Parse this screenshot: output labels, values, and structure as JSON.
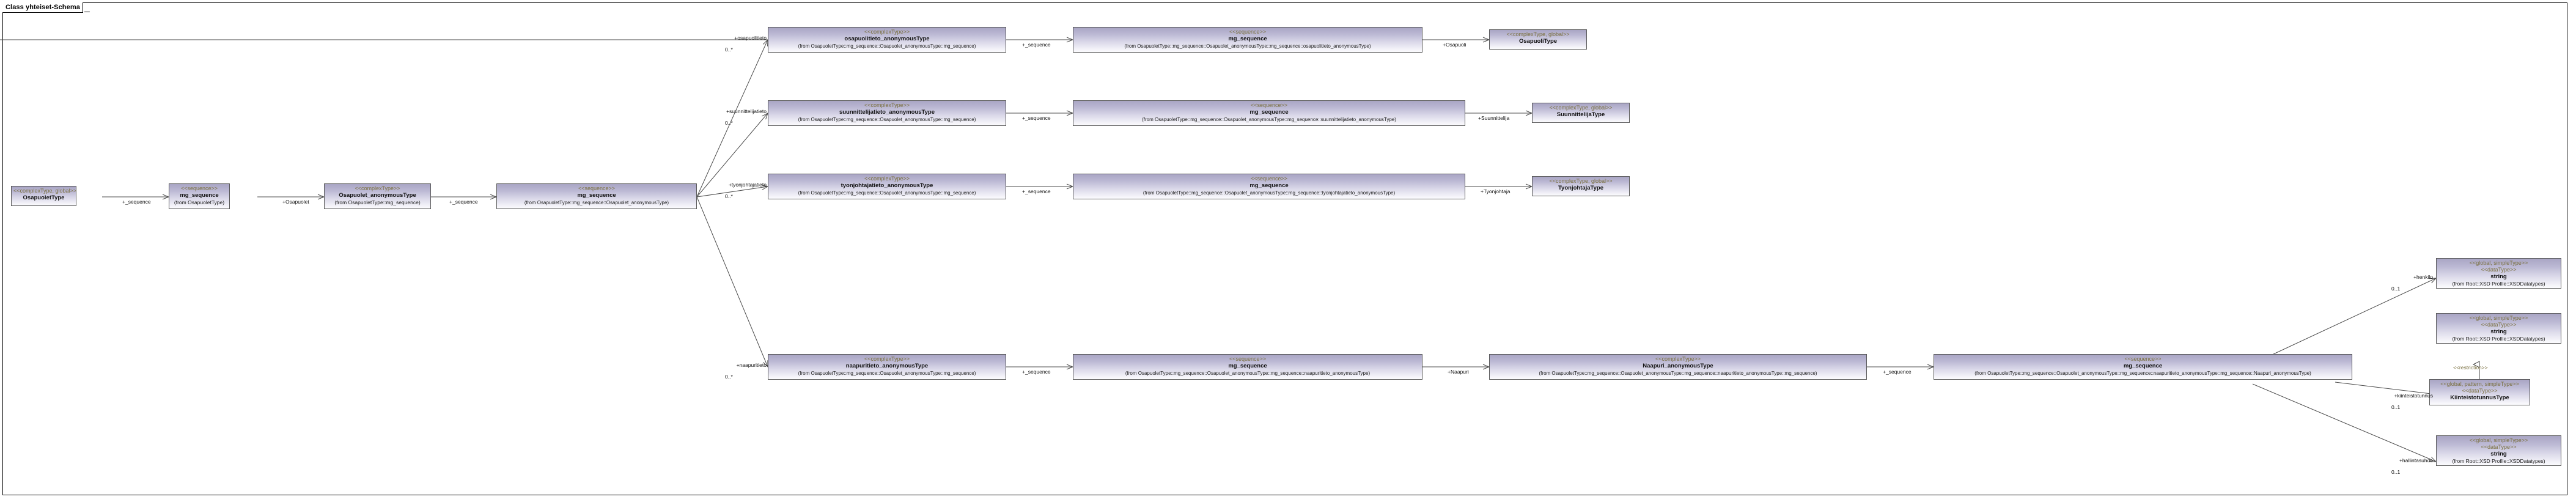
{
  "diagram": {
    "frame_label": "Class yhteiset-Schema",
    "kind": "uml-class-diagram",
    "colors": {
      "node_border": "#575757",
      "node_fill_top": "#a9a5c4",
      "node_fill_bottom": "#fcfcfe",
      "stereotype_text": "#7a7040",
      "edge": "#4a4a4a",
      "frame_border": "#000000",
      "background": "#ffffff"
    }
  },
  "nodes": [
    {
      "id": "osapuolet-type",
      "stereotype": "<<complexType, global>>",
      "name": "OsapuoletType",
      "from": ""
    },
    {
      "id": "osapuolet-type-seq",
      "stereotype": "<<sequence>>",
      "name": "mg_sequence",
      "from": "(from OsapuoletType)"
    },
    {
      "id": "osapuolet-anonymous-type",
      "stereotype": "<<complexType>>",
      "name": "Osapuolet_anonymousType",
      "from": "(from OsapuoletType::mg_sequence)"
    },
    {
      "id": "osapuolet-anon-seq",
      "stereotype": "<<sequence>>",
      "name": "mg_sequence",
      "from": "(from OsapuoletType::mg_sequence::Osapuolet_anonymousType)"
    },
    {
      "id": "osapuolitieto-anonymous-type",
      "stereotype": "<<complexType>>",
      "name": "osapuolitieto_anonymousType",
      "from": "(from OsapuoletType::mg_sequence::Osapuolet_anonymousType::mg_sequence)"
    },
    {
      "id": "osapuolitieto-seq",
      "stereotype": "<<sequence>>",
      "name": "mg_sequence",
      "from": "(from OsapuoletType::mg_sequence::Osapuolet_anonymousType::mg_sequence::osapuolitieto_anonymousType)"
    },
    {
      "id": "osapuoli-type",
      "stereotype": "<<complexType, global>>",
      "name": "OsapuoliType",
      "from": ""
    },
    {
      "id": "suunnittelijatieto-anonymous-type",
      "stereotype": "<<complexType>>",
      "name": "suunnittelijatieto_anonymousType",
      "from": "(from OsapuoletType::mg_sequence::Osapuolet_anonymousType::mg_sequence)"
    },
    {
      "id": "suunnittelijatieto-seq",
      "stereotype": "<<sequence>>",
      "name": "mg_sequence",
      "from": "(from OsapuoletType::mg_sequence::Osapuolet_anonymousType::mg_sequence::suunnittelijatieto_anonymousType)"
    },
    {
      "id": "suunnittelija-type",
      "stereotype": "<<complexType, global>>",
      "name": "SuunnittelijaType",
      "from": ""
    },
    {
      "id": "tyonjohtajatieto-anonymous-type",
      "stereotype": "<<complexType>>",
      "name": "tyonjohtajatieto_anonymousType",
      "from": "(from OsapuoletType::mg_sequence::Osapuolet_anonymousType::mg_sequence)"
    },
    {
      "id": "tyonjohtajatieto-seq",
      "stereotype": "<<sequence>>",
      "name": "mg_sequence",
      "from": "(from OsapuoletType::mg_sequence::Osapuolet_anonymousType::mg_sequence::tyonjohtajatieto_anonymousType)"
    },
    {
      "id": "tyonjohtaja-type",
      "stereotype": "<<complexType, global>>",
      "name": "TyonjohtajaType",
      "from": ""
    },
    {
      "id": "naapuritieto-anonymous-type",
      "stereotype": "<<complexType>>",
      "name": "naapuritieto_anonymousType",
      "from": "(from OsapuoletType::mg_sequence::Osapuolet_anonymousType::mg_sequence)"
    },
    {
      "id": "naapuritieto-seq",
      "stereotype": "<<sequence>>",
      "name": "mg_sequence",
      "from": "(from OsapuoletType::mg_sequence::Osapuolet_anonymousType::mg_sequence::naapuritieto_anonymousType)"
    },
    {
      "id": "naapuri-anonymous-type",
      "stereotype": "<<complexType>>",
      "name": "Naapuri_anonymousType",
      "from": "(from OsapuoletType::mg_sequence::Osapuolet_anonymousType::mg_sequence::naapuritieto_anonymousType::mg_sequence)"
    },
    {
      "id": "naapuri-seq",
      "stereotype": "<<sequence>>",
      "name": "mg_sequence",
      "from": "(from OsapuoletType::mg_sequence::Osapuolet_anonymousType::mg_sequence::naapuritieto_anonymousType::mg_sequence::Naapuri_anonymousType)"
    },
    {
      "id": "string-henkilo",
      "stereotype": "<<global, simpleType>>",
      "stereotype2": "<<dataType>>",
      "name": "string",
      "from": "(from Root::XSD Profile::XSDDatatypes)"
    },
    {
      "id": "string-restriction-base",
      "stereotype": "<<global, simpleType>>",
      "stereotype2": "<<dataType>>",
      "name": "string",
      "from": "(from Root::XSD Profile::XSDDatatypes)"
    },
    {
      "id": "kiinteistotunnus-type",
      "stereotype": "<<global, pattern, simpleType>>",
      "stereotype2": "<<dataType>>",
      "name": "KiinteistotunnusType",
      "from": ""
    },
    {
      "id": "string-hallintasuhde",
      "stereotype": "<<global, simpleType>>",
      "stereotype2": "<<dataType>>",
      "name": "string",
      "from": "(from Root::XSD Profile::XSDDatatypes)"
    }
  ],
  "edges": [
    {
      "id": "e1",
      "label": "+_sequence",
      "multiplicity": ""
    },
    {
      "id": "e2",
      "label": "+Osapuolet",
      "multiplicity": ""
    },
    {
      "id": "e3",
      "label": "+_sequence",
      "multiplicity": ""
    },
    {
      "id": "e4",
      "label": "+osapuolitieto",
      "multiplicity": "0..*"
    },
    {
      "id": "e5",
      "label": "+_sequence",
      "multiplicity": ""
    },
    {
      "id": "e6",
      "label": "+Osapuoli",
      "multiplicity": ""
    },
    {
      "id": "e7",
      "label": "+suunnittelijatieto",
      "multiplicity": "0..*"
    },
    {
      "id": "e8",
      "label": "+_sequence",
      "multiplicity": ""
    },
    {
      "id": "e9",
      "label": "+Suunnittelija",
      "multiplicity": ""
    },
    {
      "id": "e10",
      "label": "+tyonjohtajatieto",
      "multiplicity": "0..*"
    },
    {
      "id": "e11",
      "label": "+_sequence",
      "multiplicity": ""
    },
    {
      "id": "e12",
      "label": "+Tyonjohtaja",
      "multiplicity": ""
    },
    {
      "id": "e13",
      "label": "+naapuritieto",
      "multiplicity": "0..*"
    },
    {
      "id": "e14",
      "label": "+_sequence",
      "multiplicity": ""
    },
    {
      "id": "e15",
      "label": "+Naapuri",
      "multiplicity": ""
    },
    {
      "id": "e16",
      "label": "+_sequence",
      "multiplicity": ""
    },
    {
      "id": "e17",
      "label": "+henkilo",
      "multiplicity": "0..1"
    },
    {
      "id": "e18",
      "label": "+kiinteistotunnus",
      "multiplicity": "0..1"
    },
    {
      "id": "e19",
      "label": "+hallintasuhde",
      "multiplicity": "0..1"
    },
    {
      "id": "e20",
      "label": "<<restriction>>",
      "multiplicity": ""
    }
  ]
}
